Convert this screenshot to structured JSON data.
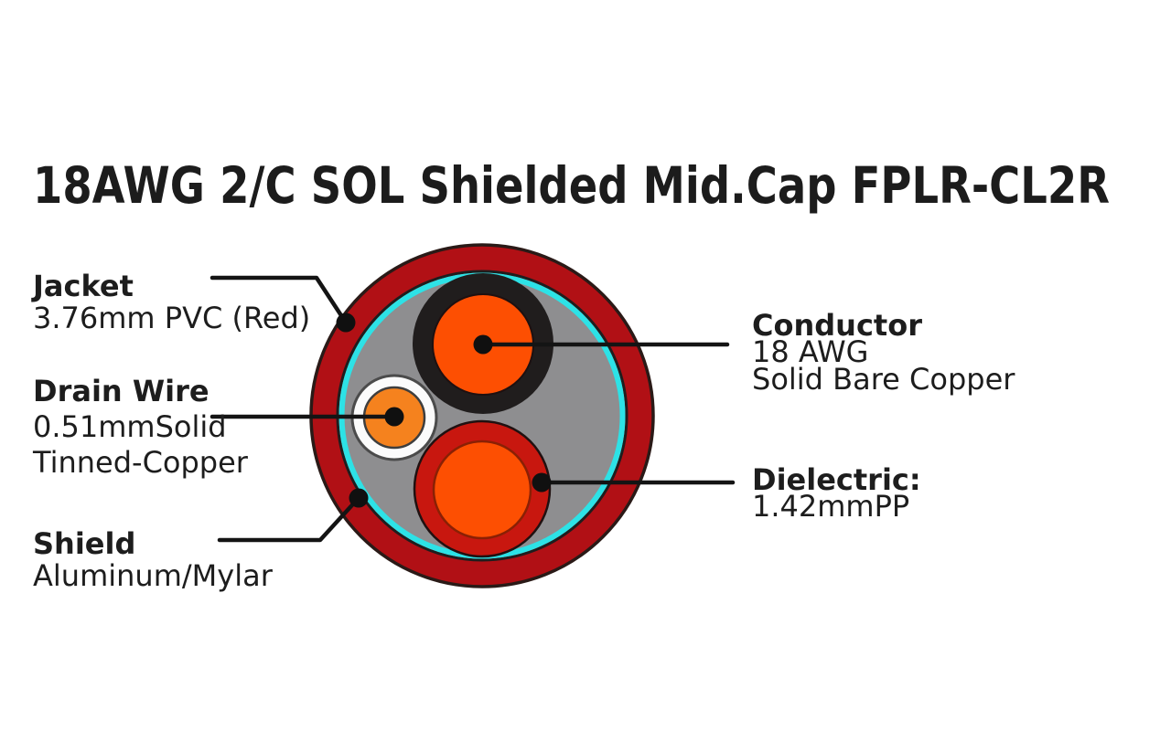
{
  "title": "18AWG 2/C SOL Shielded Mid.Cap FPLR-CL2R",
  "colors": {
    "jacket_red": "#b11015",
    "dielectric_red": "#c8170f",
    "insulation_black": "#201d1d",
    "conductor_orange": "#fd4f02",
    "drain_orange": "#f5821e",
    "drain_white": "#fbfbfb",
    "shield_cyan": "#2de2e6",
    "filler_gray": "#8e8e90"
  },
  "callouts": {
    "jacket": {
      "title": "Jacket",
      "lines": [
        "3.76mm PVC (Red)"
      ]
    },
    "drain_wire": {
      "title": "Drain Wire",
      "lines": [
        "0.51mmSolid",
        "Tinned-Copper"
      ]
    },
    "shield": {
      "title": "Shield",
      "lines": [
        "Aluminum/Mylar"
      ]
    },
    "conductor": {
      "title": "Conductor",
      "lines": [
        "18 AWG",
        "Solid Bare Copper"
      ]
    },
    "dielectric": {
      "title": "Dielectric:",
      "lines": [
        "1.42mmPP"
      ]
    }
  }
}
